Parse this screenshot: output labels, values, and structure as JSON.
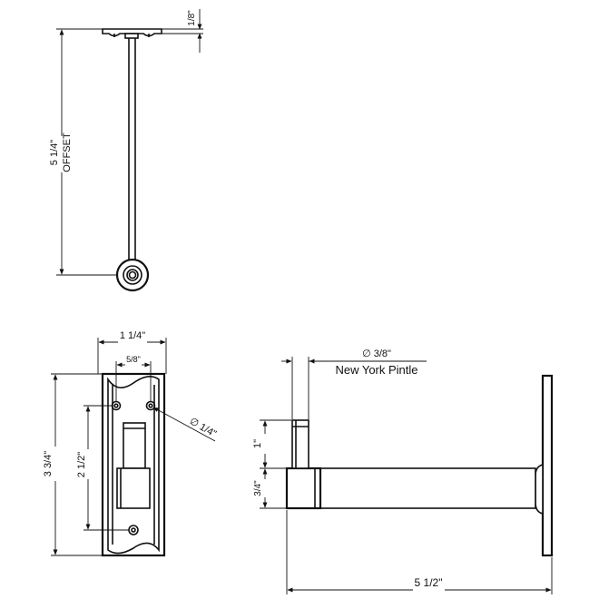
{
  "labels": {
    "top_view": {
      "thickness": "1/8\"",
      "offset_value": "5 1/4\"",
      "offset_word": "OFFSET"
    },
    "front_view": {
      "width": "1 1/4\"",
      "hole_spacing": "5/8\"",
      "hole_diameter": "∅ 1/4\"",
      "height": "3 3/4\"",
      "vertical_spacing": "2 1/2\""
    },
    "side_view": {
      "pin_diameter": "∅ 3/8\"",
      "pin_name": "New York Pintle",
      "pin_length": "1\"",
      "collar": "3/4\"",
      "overall_length": "5 1/2\""
    }
  }
}
